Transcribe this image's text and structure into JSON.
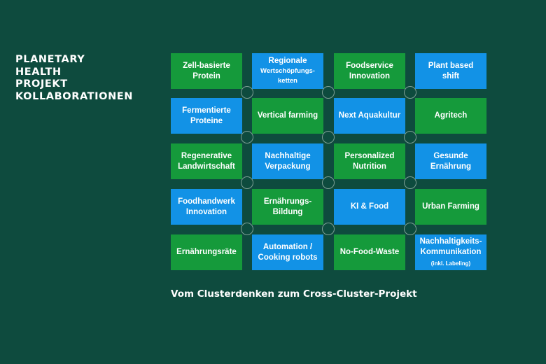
{
  "title_lines": [
    "PLANETARY",
    "HEALTH",
    "PROJEKT",
    "KOLLABORATIONEN"
  ],
  "tiles": [
    [
      {
        "color": "green",
        "lines": [
          "Zell-basierte",
          "Protein"
        ]
      },
      {
        "color": "blue",
        "lines": [
          "Regionale"
        ],
        "small_lines": [
          "Wertschöpfungs-",
          "ketten"
        ]
      },
      {
        "color": "green",
        "lines": [
          "Foodservice",
          "Innovation"
        ]
      },
      {
        "color": "blue",
        "lines": [
          "Plant based",
          "shift"
        ]
      }
    ],
    [
      {
        "color": "blue",
        "lines": [
          "Fermentierte",
          "Proteine"
        ]
      },
      {
        "color": "green",
        "lines": [
          "Vertical farming"
        ]
      },
      {
        "color": "blue",
        "lines": [
          "Next Aquakultur"
        ]
      },
      {
        "color": "green",
        "lines": [
          "Agritech"
        ]
      }
    ],
    [
      {
        "color": "green",
        "lines": [
          "Regenerative",
          "Landwirtschaft"
        ]
      },
      {
        "color": "blue",
        "lines": [
          "Nachhaltige",
          "Verpackung"
        ]
      },
      {
        "color": "green",
        "lines": [
          "Personalized",
          "Nutrition"
        ]
      },
      {
        "color": "blue",
        "lines": [
          "Gesunde",
          "Ernährung"
        ]
      }
    ],
    [
      {
        "color": "blue",
        "lines": [
          "Foodhandwerk",
          "Innovation"
        ]
      },
      {
        "color": "green",
        "lines": [
          "Ernährungs-",
          "Bildung"
        ]
      },
      {
        "color": "blue",
        "lines": [
          "KI & Food"
        ]
      },
      {
        "color": "green",
        "lines": [
          "Urban Farming"
        ]
      }
    ],
    [
      {
        "color": "green",
        "lines": [
          "Ernährungsräte"
        ]
      },
      {
        "color": "blue",
        "lines": [
          "Automation /",
          "Cooking robots"
        ]
      },
      {
        "color": "green",
        "lines": [
          "No-Food-Waste"
        ]
      },
      {
        "color": "blue",
        "lines": [
          "Nachhaltigkeits-",
          "Kommunikation"
        ],
        "tiny_lines": [
          "(inkl. Labeling)"
        ]
      }
    ]
  ],
  "caption": "Vom Clusterdenken zum Cross-Cluster-Projekt"
}
